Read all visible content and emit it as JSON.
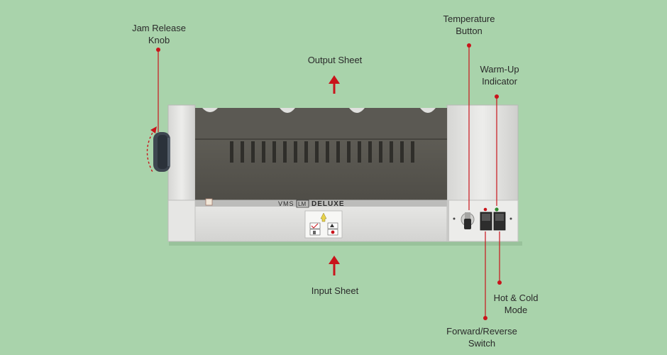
{
  "labels": {
    "jam_release_knob": "Jam Release\nKnob",
    "output_sheet": "Output Sheet",
    "input_sheet": "Input Sheet",
    "temperature_button": "Temperature\nButton",
    "warm_up_indicator": "Warm-Up\nIndicator",
    "hot_cold_mode": "Hot & Cold\nMode",
    "forward_reverse_switch": "Forward/Reverse\nSwitch"
  },
  "product_badge": {
    "brand": "VMS",
    "model": "LM",
    "edition": "DELUXE"
  },
  "colors": {
    "background": "#a9d3ab",
    "callout": "#c9141b",
    "body_light": "#e4e4e2",
    "body_mid": "#cfcfcd",
    "face_dark": "#57554f",
    "indicator_green": "#2f8a2f"
  }
}
